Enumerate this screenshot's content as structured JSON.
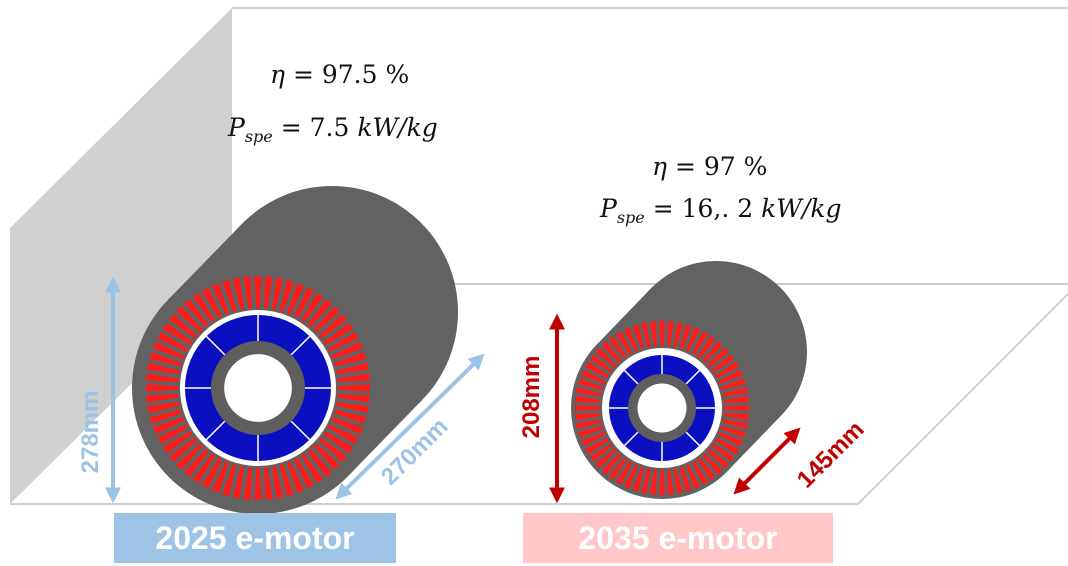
{
  "colors": {
    "housing": "#626262",
    "stator_slot": "#ff1a1a",
    "rotor": "#0a10c0",
    "shaft": "#5e5e5e",
    "wall": "#d0d0d0",
    "dim_2025": "#9cc3e6",
    "dim_2035": "#c00000",
    "label_2025_bg": "#9dc3e6",
    "label_2035_bg": "#ffc7c7"
  },
  "motor_2025": {
    "efficiency_symbol": "η",
    "efficiency_value": "= 97.5 %",
    "power_symbol": "P",
    "power_subscript": "spe",
    "power_value": "= 7.5",
    "power_unit": "kW/kg",
    "height_label": "278mm",
    "length_label": "270mm",
    "label": "2025 e-motor"
  },
  "motor_2035": {
    "efficiency_symbol": "η",
    "efficiency_value": "= 97 %",
    "power_symbol": "P",
    "power_subscript": "spe",
    "power_value": "= 16,. 2",
    "power_unit": "kW/kg",
    "height_label": "208mm",
    "length_label": "145mm",
    "label": "2035 e-motor"
  }
}
